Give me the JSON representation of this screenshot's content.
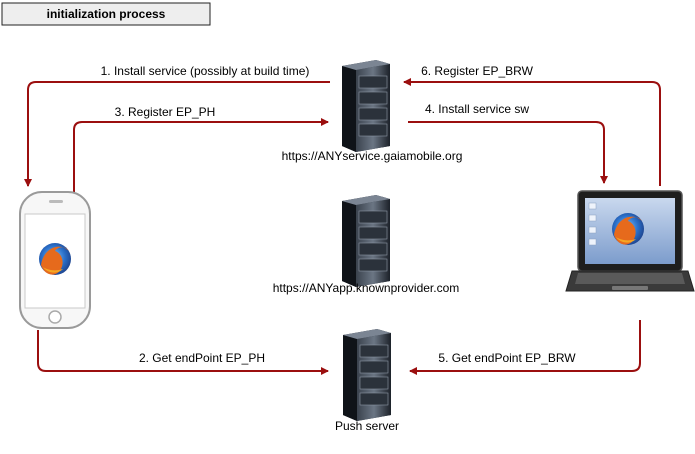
{
  "title": "initialization process",
  "nodes": {
    "service_server": {
      "label": "https://ANYservice.gaiamobile.org",
      "icon": "server-icon"
    },
    "app_server": {
      "label": "https://ANYapp.knownprovider.com",
      "icon": "server-icon"
    },
    "push_server": {
      "label": "Push server",
      "icon": "server-icon"
    },
    "phone": {
      "icon": "smartphone-icon"
    },
    "laptop": {
      "icon": "laptop-icon"
    }
  },
  "steps": [
    {
      "label": "1. Install service (possibly at build time)"
    },
    {
      "label": "2. Get endPoint EP_PH"
    },
    {
      "label": "3. Register EP_PH"
    },
    {
      "label": "4. Install service sw"
    },
    {
      "label": "5. Get endPoint EP_BRW"
    },
    {
      "label": "6. Register EP_BRW"
    }
  ],
  "colors": {
    "arrow": "#9b0f0f",
    "server_dark": "#1c2129",
    "server_light": "#5b6674",
    "title_box": "#eeeeee"
  }
}
